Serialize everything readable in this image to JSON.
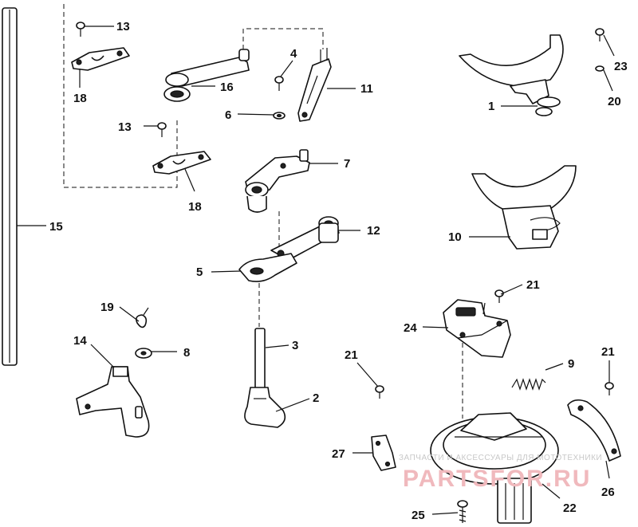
{
  "labels": {
    "l1": "1",
    "l2": "2",
    "l3": "3",
    "l4": "4",
    "l5": "5",
    "l6": "6",
    "l7": "7",
    "l8": "8",
    "l9": "9",
    "l10": "10",
    "l11": "11",
    "l12": "12",
    "l13a": "13",
    "l13b": "13",
    "l14": "14",
    "l15": "15",
    "l16": "16",
    "l18a": "18",
    "l18b": "18",
    "l19": "19",
    "l20": "20",
    "l21a": "21",
    "l21b": "21",
    "l21c": "21",
    "l22": "22",
    "l23": "23",
    "l24": "24",
    "l25": "25",
    "l26": "26",
    "l27": "27"
  },
  "watermark": {
    "tagline": "ЗАПЧАСТИ И АКСЕССУАРЫ ДЛЯ МОТОТЕХНИКИ",
    "brand": "PARTSFOR.RU"
  }
}
